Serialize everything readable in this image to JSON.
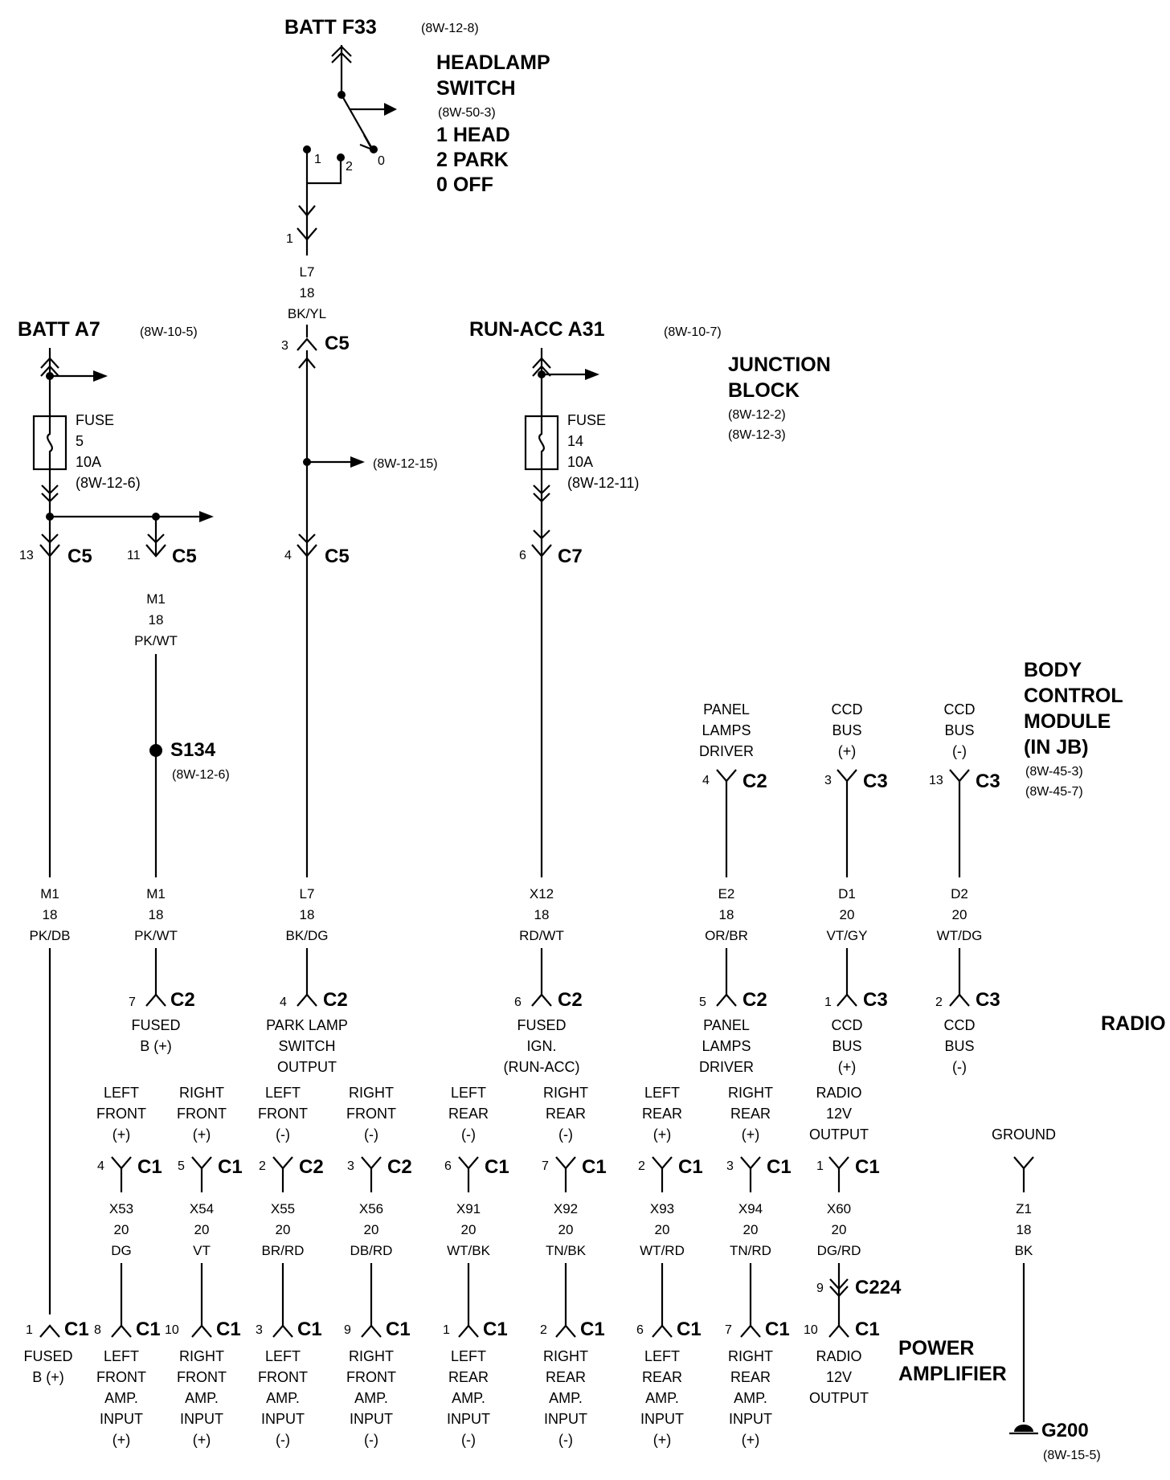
{
  "header": {
    "batt_f33": "BATT F33",
    "batt_f33_ref": "(8W-12-8)"
  },
  "headlamp_switch": {
    "title1": "HEADLAMP",
    "title2": "SWITCH",
    "ref": "(8W-50-3)",
    "legend1": "1 HEAD",
    "legend2": "2 PARK",
    "legend3": "0 OFF",
    "pos1": "1",
    "pos2": "2",
    "pos0": "0",
    "pin": "1"
  },
  "wire_l7_top": {
    "circuit": "L7",
    "gauge": "18",
    "color": "BK/YL"
  },
  "batt_a7": {
    "label": "BATT A7",
    "ref": "(8W-10-5)"
  },
  "run_acc_a31": {
    "label": "RUN-ACC A31",
    "ref": "(8W-10-7)"
  },
  "junction_block": {
    "title1": "JUNCTION",
    "title2": "BLOCK",
    "ref1": "(8W-12-2)",
    "ref2": "(8W-12-3)",
    "c5_in_pin": "3",
    "c5_in": "C5",
    "fuse5": {
      "label": "FUSE",
      "num": "5",
      "amp": "10A",
      "ref": "(8W-12-6)"
    },
    "fuse14": {
      "label": "FUSE",
      "num": "14",
      "amp": "10A",
      "ref": "(8W-12-11)"
    },
    "branch_ref": "(8W-12-15)",
    "out1_pin": "13",
    "out1": "C5",
    "out2_pin": "11",
    "out2": "C5",
    "out3_pin": "4",
    "out3": "C5",
    "out4_pin": "6",
    "out4": "C7"
  },
  "wire_m1_upper": {
    "circuit": "M1",
    "gauge": "18",
    "color": "PK/WT"
  },
  "splice": {
    "label": "S134",
    "ref": "(8W-12-6)"
  },
  "bcm": {
    "title1": "BODY",
    "title2": "CONTROL",
    "title3": "MODULE",
    "title4": "(IN JB)",
    "ref1": "(8W-45-3)",
    "ref2": "(8W-45-7)",
    "pins": [
      {
        "l1": "PANEL",
        "l2": "LAMPS",
        "l3": "DRIVER",
        "pin": "4",
        "conn": "C2"
      },
      {
        "l1": "CCD",
        "l2": "BUS",
        "l3": "(+)",
        "pin": "3",
        "conn": "C3"
      },
      {
        "l1": "CCD",
        "l2": "BUS",
        "l3": "(-)",
        "pin": "13",
        "conn": "C3"
      }
    ]
  },
  "mid_wires": [
    {
      "circuit": "M1",
      "gauge": "18",
      "color": "PK/DB"
    },
    {
      "circuit": "M1",
      "gauge": "18",
      "color": "PK/WT"
    },
    {
      "circuit": "L7",
      "gauge": "18",
      "color": "BK/DG"
    },
    {
      "circuit": "X12",
      "gauge": "18",
      "color": "RD/WT"
    },
    {
      "circuit": "E2",
      "gauge": "18",
      "color": "OR/BR"
    },
    {
      "circuit": "D1",
      "gauge": "20",
      "color": "VT/GY"
    },
    {
      "circuit": "D2",
      "gauge": "20",
      "color": "WT/DG"
    }
  ],
  "radio": {
    "title": "RADIO",
    "top_pins": [
      {
        "pin": "7",
        "conn": "C2",
        "l1": "FUSED",
        "l2": "B (+)",
        "l3": ""
      },
      {
        "pin": "4",
        "conn": "C2",
        "l1": "PARK LAMP",
        "l2": "SWITCH",
        "l3": "OUTPUT"
      },
      {
        "pin": "6",
        "conn": "C2",
        "l1": "FUSED",
        "l2": "IGN.",
        "l3": "(RUN-ACC)"
      },
      {
        "pin": "5",
        "conn": "C2",
        "l1": "PANEL",
        "l2": "LAMPS",
        "l3": "DRIVER"
      },
      {
        "pin": "1",
        "conn": "C3",
        "l1": "CCD",
        "l2": "BUS",
        "l3": "(+)"
      },
      {
        "pin": "2",
        "conn": "C3",
        "l1": "CCD",
        "l2": "BUS",
        "l3": "(-)"
      }
    ],
    "bottom_pins": [
      {
        "l1": "LEFT",
        "l2": "FRONT",
        "l3": "(+)",
        "pin": "4",
        "conn": "C1"
      },
      {
        "l1": "RIGHT",
        "l2": "FRONT",
        "l3": "(+)",
        "pin": "5",
        "conn": "C1"
      },
      {
        "l1": "LEFT",
        "l2": "FRONT",
        "l3": "(-)",
        "pin": "2",
        "conn": "C2"
      },
      {
        "l1": "RIGHT",
        "l2": "FRONT",
        "l3": "(-)",
        "pin": "3",
        "conn": "C2"
      },
      {
        "l1": "LEFT",
        "l2": "REAR",
        "l3": "(-)",
        "pin": "6",
        "conn": "C1"
      },
      {
        "l1": "RIGHT",
        "l2": "REAR",
        "l3": "(-)",
        "pin": "7",
        "conn": "C1"
      },
      {
        "l1": "LEFT",
        "l2": "REAR",
        "l3": "(+)",
        "pin": "2",
        "conn": "C1"
      },
      {
        "l1": "RIGHT",
        "l2": "REAR",
        "l3": "(+)",
        "pin": "3",
        "conn": "C1"
      },
      {
        "l1": "RADIO",
        "l2": "12V",
        "l3": "OUTPUT",
        "pin": "1",
        "conn": "C1"
      }
    ],
    "ground_label": "GROUND"
  },
  "lower_wires": [
    {
      "circuit": "X53",
      "gauge": "20",
      "color": "DG"
    },
    {
      "circuit": "X54",
      "gauge": "20",
      "color": "VT"
    },
    {
      "circuit": "X55",
      "gauge": "20",
      "color": "BR/RD"
    },
    {
      "circuit": "X56",
      "gauge": "20",
      "color": "DB/RD"
    },
    {
      "circuit": "X91",
      "gauge": "20",
      "color": "WT/BK"
    },
    {
      "circuit": "X92",
      "gauge": "20",
      "color": "TN/BK"
    },
    {
      "circuit": "X93",
      "gauge": "20",
      "color": "WT/RD"
    },
    {
      "circuit": "X94",
      "gauge": "20",
      "color": "TN/RD"
    },
    {
      "circuit": "X60",
      "gauge": "20",
      "color": "DG/RD"
    },
    {
      "circuit": "Z1",
      "gauge": "18",
      "color": "BK"
    }
  ],
  "inline_connector": {
    "pin": "9",
    "label": "C224"
  },
  "amplifier": {
    "title1": "POWER",
    "title2": "AMPLIFIER",
    "pins": [
      {
        "pin": "1",
        "conn": "C1",
        "l1": "FUSED",
        "l2": "B (+)",
        "l3": "",
        "l4": "",
        "l5": ""
      },
      {
        "pin": "8",
        "conn": "C1",
        "l1": "LEFT",
        "l2": "FRONT",
        "l3": "AMP.",
        "l4": "INPUT",
        "l5": "(+)"
      },
      {
        "pin": "10",
        "conn": "C1",
        "l1": "RIGHT",
        "l2": "FRONT",
        "l3": "AMP.",
        "l4": "INPUT",
        "l5": "(+)"
      },
      {
        "pin": "3",
        "conn": "C1",
        "l1": "LEFT",
        "l2": "FRONT",
        "l3": "AMP.",
        "l4": "INPUT",
        "l5": "(-)"
      },
      {
        "pin": "9",
        "conn": "C1",
        "l1": "RIGHT",
        "l2": "FRONT",
        "l3": "AMP.",
        "l4": "INPUT",
        "l5": "(-)"
      },
      {
        "pin": "1",
        "conn": "C1",
        "l1": "LEFT",
        "l2": "REAR",
        "l3": "AMP.",
        "l4": "INPUT",
        "l5": "(-)"
      },
      {
        "pin": "2",
        "conn": "C1",
        "l1": "RIGHT",
        "l2": "REAR",
        "l3": "AMP.",
        "l4": "INPUT",
        "l5": "(-)"
      },
      {
        "pin": "6",
        "conn": "C1",
        "l1": "LEFT",
        "l2": "REAR",
        "l3": "AMP.",
        "l4": "INPUT",
        "l5": "(+)"
      },
      {
        "pin": "7",
        "conn": "C1",
        "l1": "RIGHT",
        "l2": "REAR",
        "l3": "AMP.",
        "l4": "INPUT",
        "l5": "(+)"
      },
      {
        "pin": "10",
        "conn": "C1",
        "l1": "RADIO",
        "l2": "12V",
        "l3": "OUTPUT",
        "l4": "",
        "l5": ""
      }
    ]
  },
  "ground": {
    "label": "G200",
    "ref": "(8W-15-5)"
  }
}
